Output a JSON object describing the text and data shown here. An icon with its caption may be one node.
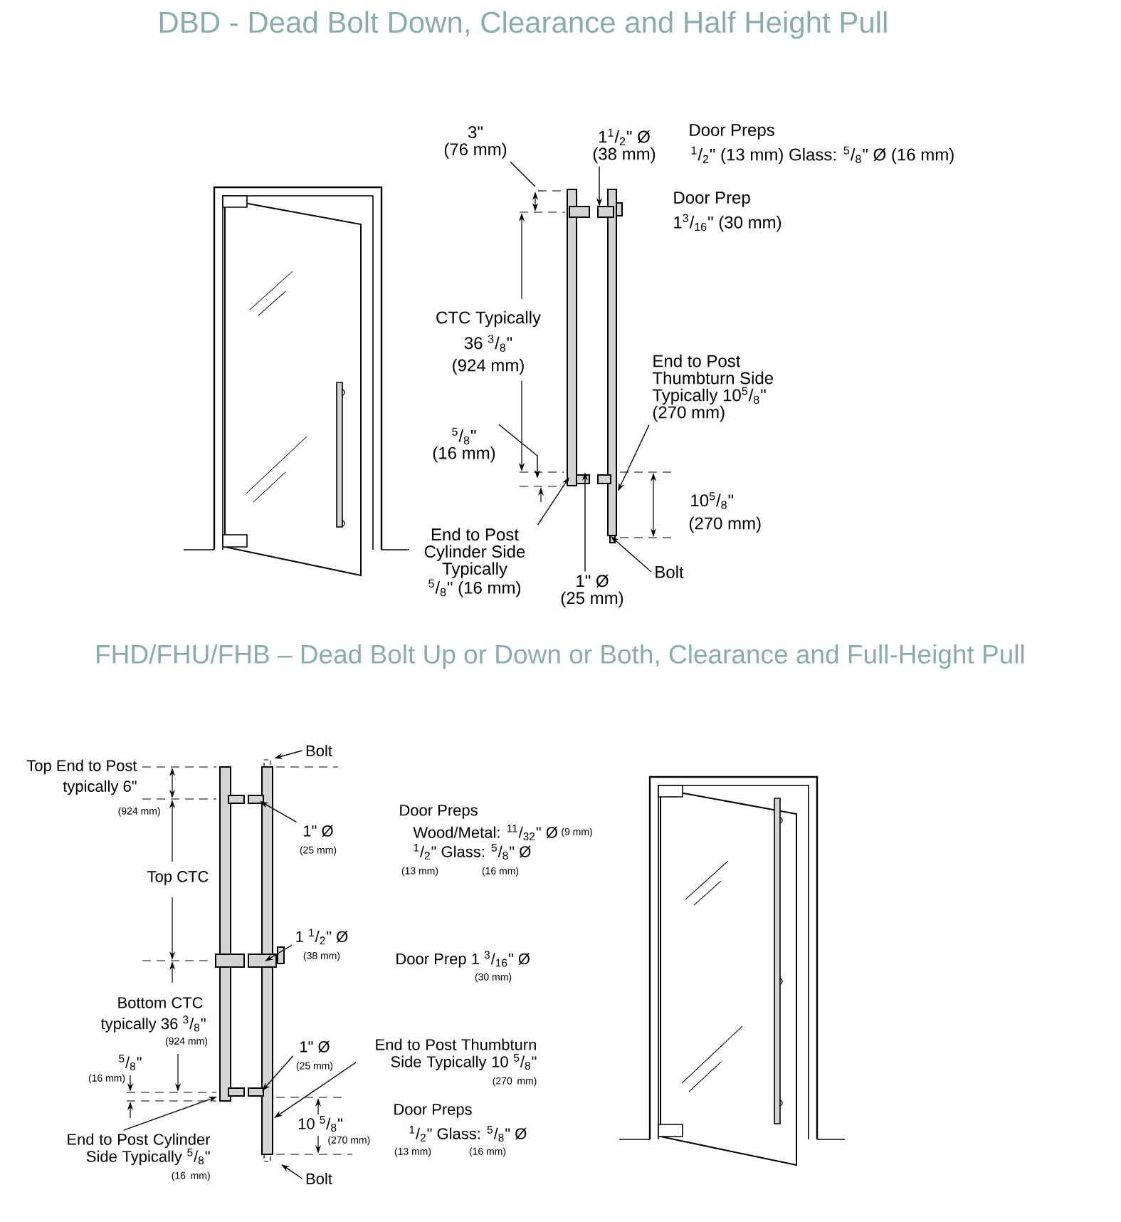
{
  "diagram": {
    "title": "DBD - Dead Bolt Down, Clearance and Half Height Pull",
    "nodes": [
      {
        "text": [
          "3\"",
          "(76 mm)"
        ]
      },
      {
        "text": [
          "1$^{1}$/$_{2}$\" Ø",
          "(38 mm)"
        ]
      },
      {
        "text": [
          "$^{5}$/$_{8}$\"",
          "(16 mm)"
        ]
      },
      {
        "text": [
          "End to Post Cylinder Side Typically $^{5}$/$_{8}$\" (16 mm)"
        ]
      },
      {
        "text": [
          "1\" Ø",
          "(25 mm)"
        ]
      },
      {
        "text": [
          "End to Post Thumbturn Side Typically 10$^{5}$/$_{8}$\" (270 mm)"
        ]
      },
      {
        "text": [
          "Bolt"
        ]
      },
      {
        "text": [
          "Bolt"
        ]
      },
      {
        "text": [
          "1\" Ø",
          "(25 mm)"
        ]
      },
      {
        "text": [
          "1 $^{1}$/$_{2}$\" Ø",
          "(38 mm)"
        ]
      },
      {
        "text": [
          "1\" Ø",
          "(25 mm)"
        ]
      },
      {
        "text": [
          "End to Post Thumbturn Side Typically 10 $^{5}$/$_{8}$\"",
          "(270 mm)"
        ]
      },
      {
        "text": [
          "End to Post Cylinder Side Typically $^{5}$/$_{8}$\"",
          "(16 mm)"
        ]
      },
      {
        "text": [
          "Bolt"
        ]
      },
      {
        "text": [],
        "shape": "picture"
      },
      {
        "text": [],
        "shape": "picture"
      }
    ],
    "edges": [
      {
        "from": 0,
        "to": null,
        "arrow": "none"
      },
      {
        "from": 1,
        "to": 14,
        "arrow": "to"
      },
      {
        "from": 2,
        "to": null,
        "arrow": "to"
      },
      {
        "from": 3,
        "to": 14,
        "arrow": "to"
      },
      {
        "from": 4,
        "to": 14,
        "arrow": "to"
      },
      {
        "from": 5,
        "to": 14,
        "arrow": "to"
      },
      {
        "from": 6,
        "to": 14,
        "arrow": "to"
      },
      {
        "from": 7,
        "to": 15,
        "arrow": "to"
      },
      {
        "from": 8,
        "to": 15,
        "arrow": "to"
      },
      {
        "from": 9,
        "to": 15,
        "arrow": "to"
      },
      {
        "from": 10,
        "to": 15,
        "arrow": "to"
      },
      {
        "from": 11,
        "to": 15,
        "arrow": "to"
      },
      {
        "from": 12,
        "to": 15,
        "arrow": "to"
      },
      {
        "from": 13,
        "to": 15,
        "arrow": "to"
      }
    ],
    "labels": [
      "FHD/FHU/FHB – Dead Bolt Up or Down or Both, Clearance and Full-Height Pull",
      "Door Preps",
      "$^{1}$/$_{2}$\" (13 mm) Glass: $^{5}$/$_{8}$\" Ø (16 mm)",
      "Door Prep",
      "1$^{3}$/$_{16}$\" (30 mm)",
      "CTC Typically",
      "36 $^{3}$/$_{8}$\"",
      "(924 mm)",
      "10$^{5}$/$_{8}$\"",
      "(270 mm)",
      "Top End to Post",
      "typically 6\"",
      "(924 mm)",
      "Door Preps",
      "Wood/Metal: $^{11}$/$_{32}$\" Ø",
      "(9 mm)",
      "$^{1}$/$_{2}$\" Glass: $^{5}$/$_{8}$\" Ø",
      "(13 mm)",
      "(16 mm)",
      "Top CTC",
      "Door Prep 1 $^{3}$/$_{16}$\" Ø",
      "(30 mm)",
      "Bottom CTC",
      "typically 36 $^{3}$/$_{8}$\"",
      "(924 mm)",
      "$^{5}$/$_{8}$\"",
      "(16 mm)",
      "10 $^{5}$/$_{8}$\"",
      "(270 mm)",
      "Door Preps",
      "$^{1}$/$_{2}$\" Glass: $^{5}$/$_{8}$\" Ø",
      "(13 mm)",
      "(16 mm)"
    ]
  }
}
